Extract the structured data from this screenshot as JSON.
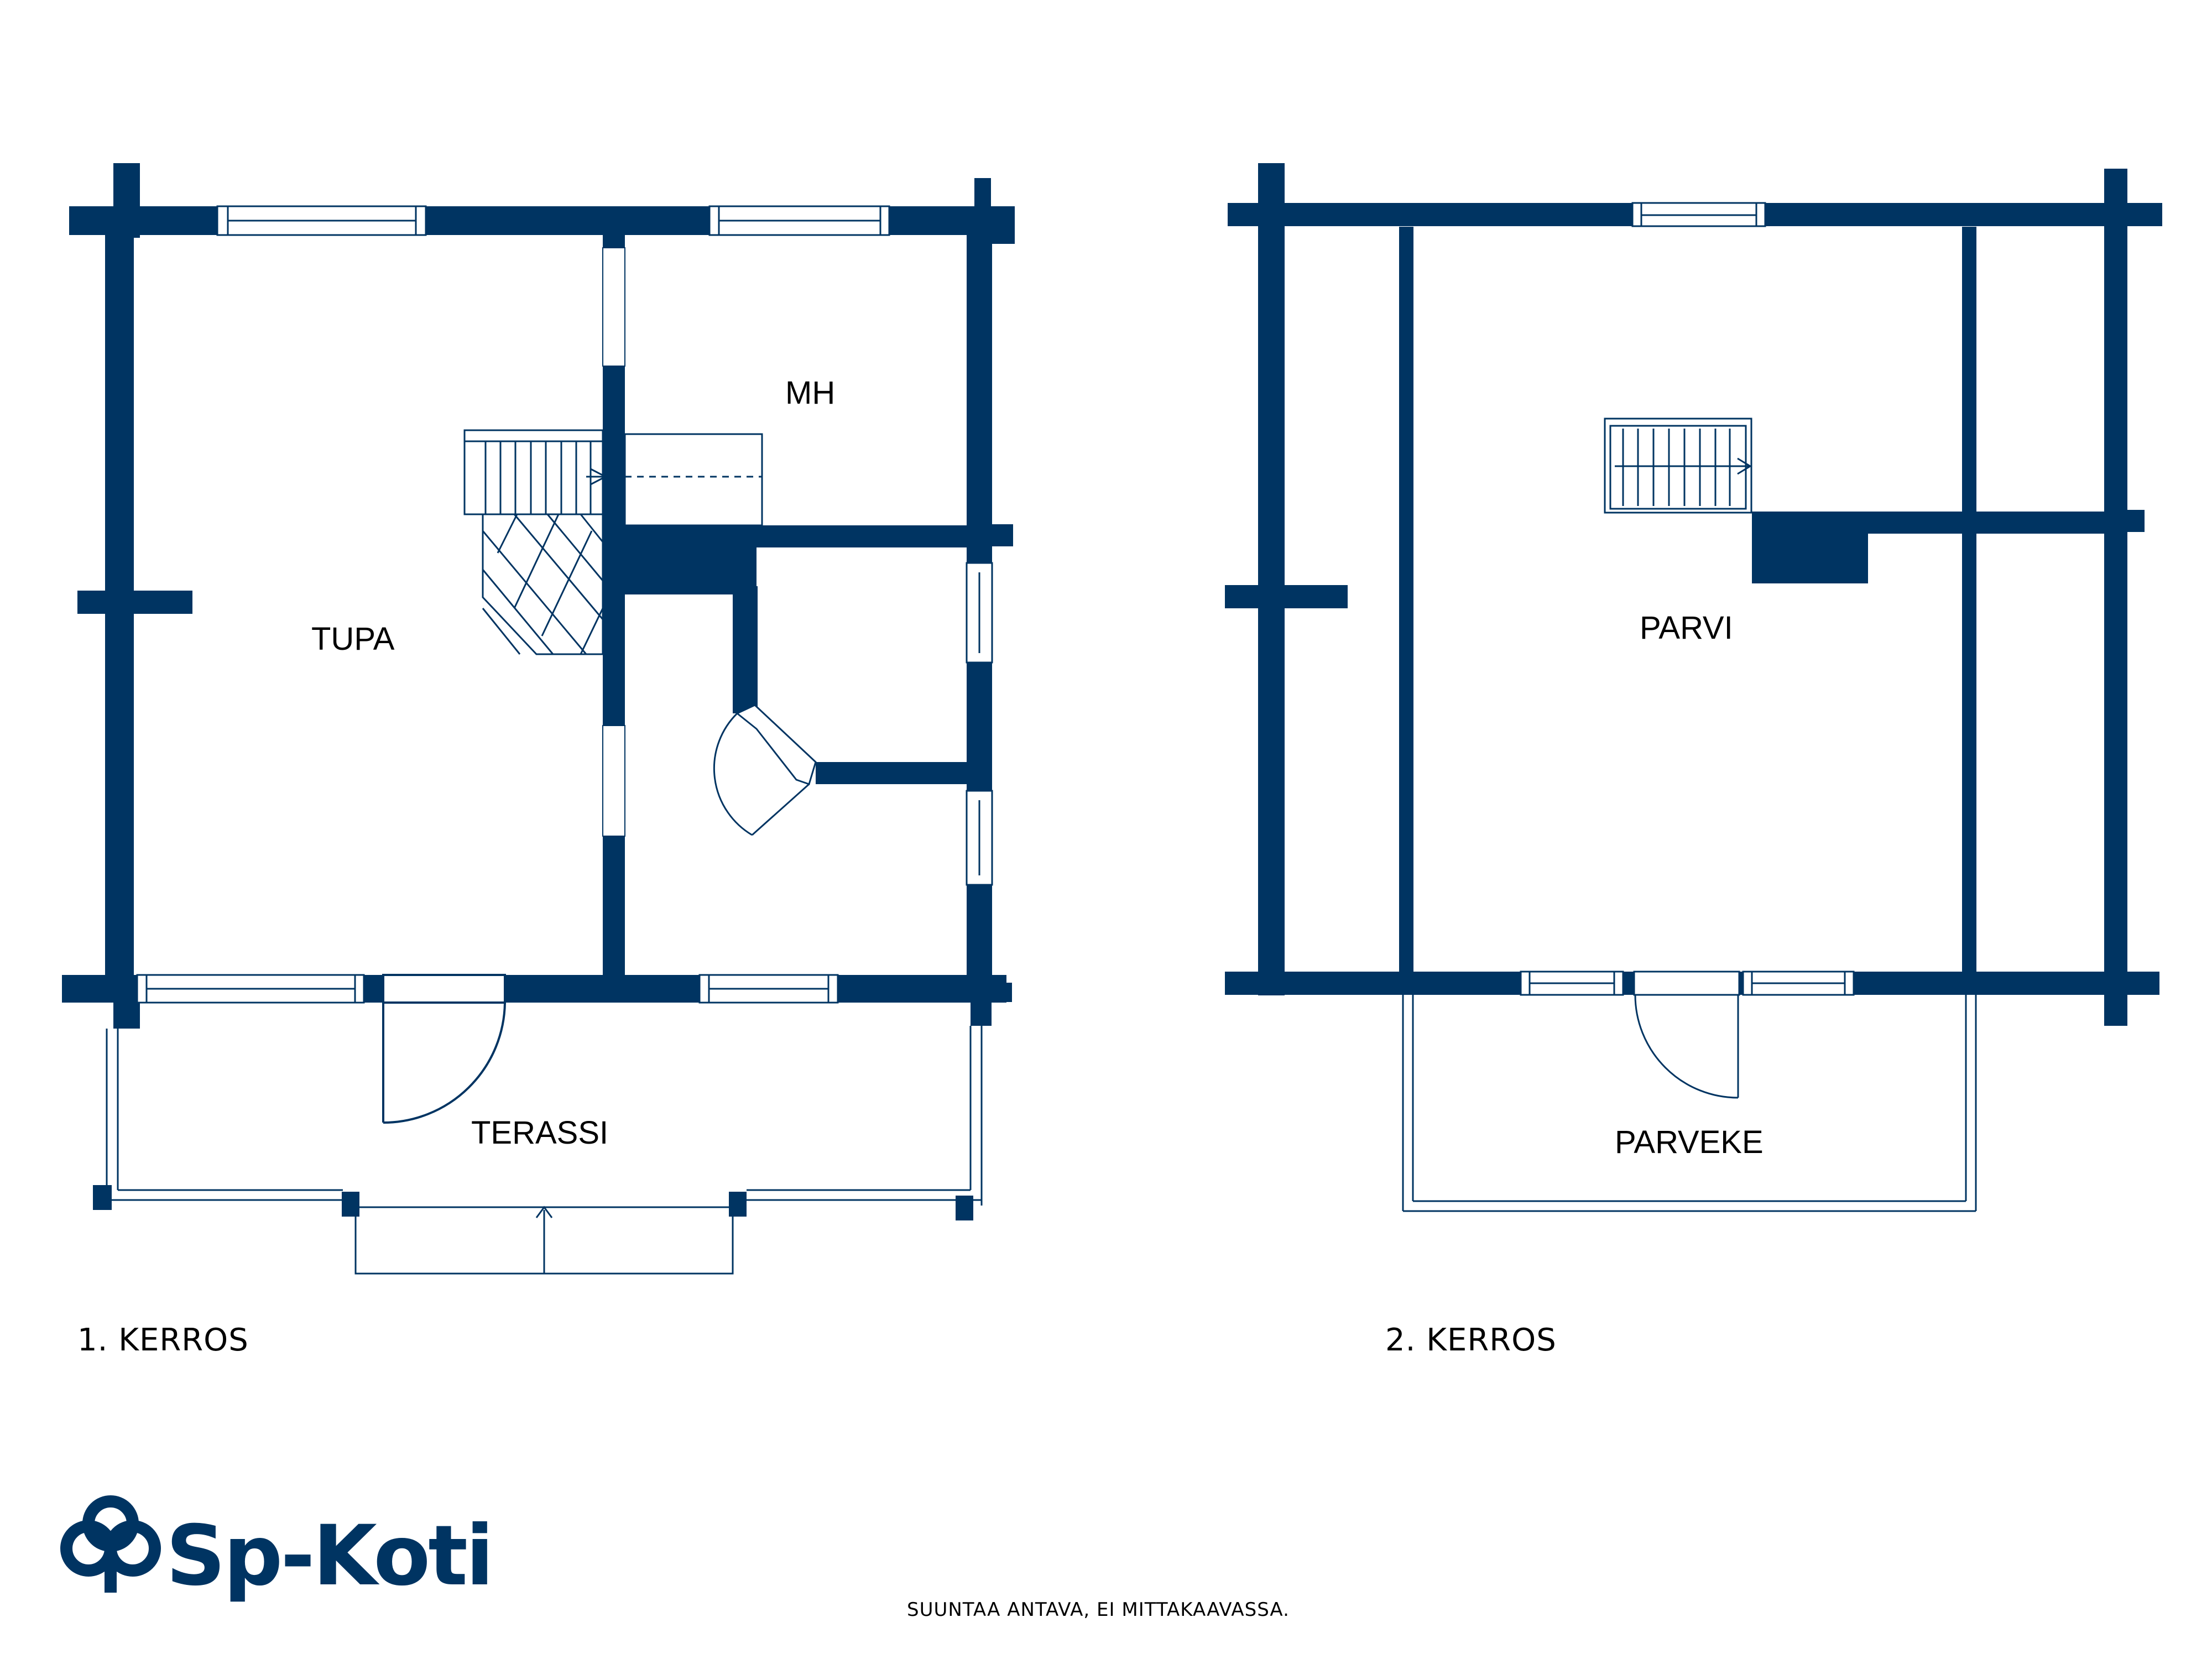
{
  "colors": {
    "wall": "#003462",
    "line": "#003462",
    "background": "#ffffff",
    "text": "#000000"
  },
  "floor1": {
    "label": "1. KERROS",
    "rooms": {
      "tupa": "TUPA",
      "mh": "MH",
      "terassi": "TERASSI"
    }
  },
  "floor2": {
    "label": "2. KERROS",
    "rooms": {
      "parvi": "PARVI",
      "parveke": "PARVEKE"
    }
  },
  "logo": {
    "text": "Sp-Koti",
    "icon": "sp-trefoil-icon"
  },
  "footer": {
    "disclaimer": "SUUNTAA ANTAVA, EI MITTAKAAVASSA."
  }
}
